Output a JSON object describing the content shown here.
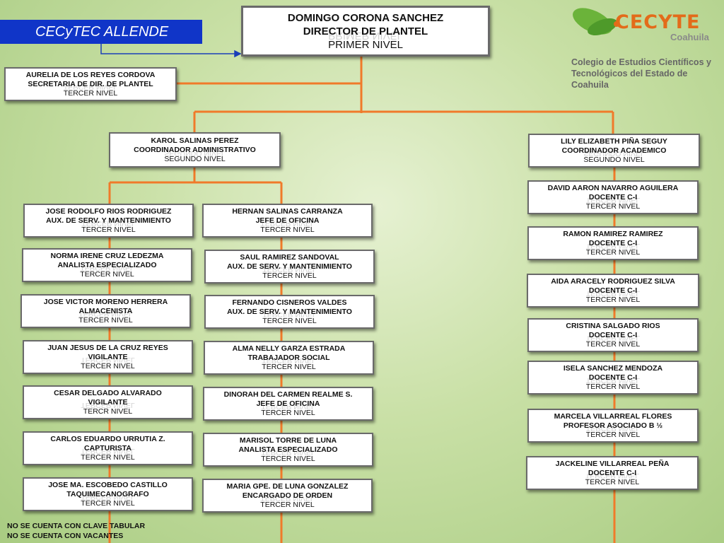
{
  "banner": "CECyTEC ALLENDE",
  "logo": {
    "brand": "CECYTE",
    "state": "Coahuila",
    "description": "Colegio de Estudios Científicos y Tecnológicos del Estado de Coahuila"
  },
  "director": {
    "name": "DOMINGO CORONA SANCHEZ",
    "role": "DIRECTOR DE PLANTEL",
    "level": "PRIMER NIVEL"
  },
  "secretary": {
    "name": "AURELIA DE LOS REYES CORDOVA",
    "role": "SECRETARIA DE DIR. DE PLANTEL",
    "level": "TERCER NIVEL"
  },
  "admin": {
    "name": "KAROL SALINAS PEREZ",
    "role": "COORDINADOR ADMINISTRATIVO",
    "level": "SEGUNDO NIVEL"
  },
  "academic": {
    "name": "LILY ELIZABETH PIÑA SEGUY",
    "role": "COORDINADOR ACADEMICO",
    "level": "SEGUNDO NIVEL"
  },
  "left_col": [
    {
      "name": "JOSE RODOLFO RIOS RODRIGUEZ",
      "role": "AUX. DE SERV. Y MANTENIMIENTO",
      "level": "TERCER NIVEL"
    },
    {
      "name": "NORMA IRENE CRUZ LEDEZMA",
      "role": "ANALISTA ESPECIALIZADO",
      "level": "TERCER NIVEL"
    },
    {
      "name": "JOSE VICTOR MORENO HERRERA",
      "role": "ALMACENISTA",
      "level": "TERCER NIVEL"
    },
    {
      "name": "JUAN JESUS DE LA CRUZ REYES",
      "role": "VIGILANTE",
      "level": "TERCER NIVEL"
    },
    {
      "name": "CESAR DELGADO ALVARADO",
      "role": "VIGILANTE",
      "level": "TERCR NIVEL"
    },
    {
      "name": "CARLOS EDUARDO URRUTIA Z.",
      "role": "CAPTURISTA",
      "level": "TERCER NIVEL"
    },
    {
      "name": "JOSE MA. ESCOBEDO CASTILLO",
      "role": "TAQUIMECANOGRAFO",
      "level": "TERCER NIVEL"
    }
  ],
  "mid_col": [
    {
      "name": "HERNAN SALINAS CARRANZA",
      "role": "JEFE DE OFICINA",
      "level": "TERCER NIVEL"
    },
    {
      "name": "SAUL RAMIREZ SANDOVAL",
      "role": "AUX. DE SERV. Y MANTENIMIENTO",
      "level": "TERCER NIVEL"
    },
    {
      "name": "FERNANDO CISNEROS VALDES",
      "role": "AUX. DE SERV. Y MANTENIMIENTO",
      "level": "TERCER NIVEL"
    },
    {
      "name": "ALMA NELLY GARZA ESTRADA",
      "role": "TRABAJADOR SOCIAL",
      "level": "TERCER NIVEL"
    },
    {
      "name": "DINORAH DEL CARMEN REALME S.",
      "role": "JEFE DE OFICINA",
      "level": "TERCER NIVEL"
    },
    {
      "name": "MARISOL TORRE DE LUNA",
      "role": "ANALISTA ESPECIALIZADO",
      "level": "TERCER NIVEL"
    },
    {
      "name": "MARIA GPE. DE LUNA GONZALEZ",
      "role": "ENCARGADO DE ORDEN",
      "level": "TERCER NIVEL"
    }
  ],
  "right_col": [
    {
      "name": "DAVID AARON NAVARRO AGUILERA",
      "role": "DOCENTE C-I",
      "level": "TERCER NIVEL"
    },
    {
      "name": "RAMON RAMIREZ RAMIREZ",
      "role": "DOCENTE C-I",
      "level": "TERCER NIVEL"
    },
    {
      "name": "AIDA ARACELY RODRIGUEZ SILVA",
      "role": "DOCENTE C-I",
      "level": "TERCER NIVEL"
    },
    {
      "name": "CRISTINA SALGADO RIOS",
      "role": "DOCENTE C-I",
      "level": "TERCER NIVEL"
    },
    {
      "name": "ISELA SANCHEZ MENDOZA",
      "role": "DOCENTE C-I",
      "level": "TERCER NIVEL"
    },
    {
      "name": "MARCELA VILLARREAL FLORES",
      "role": "PROFESOR ASOCIADO B ½",
      "level": "TERCER NIVEL"
    },
    {
      "name": "JACKELINE VILLARREAL PEÑA",
      "role": "DOCENTE C-I",
      "level": "TERCER NIVEL"
    }
  ],
  "notes": [
    "NO SE CUENTA CON CLAVE TABULAR",
    "NO SE CUENTA CON VACANTES"
  ],
  "colors": {
    "connector": "#f07a2a",
    "banner": "#1035c8",
    "arrow": "#1a3fb8",
    "brand": "#e36b1a"
  }
}
